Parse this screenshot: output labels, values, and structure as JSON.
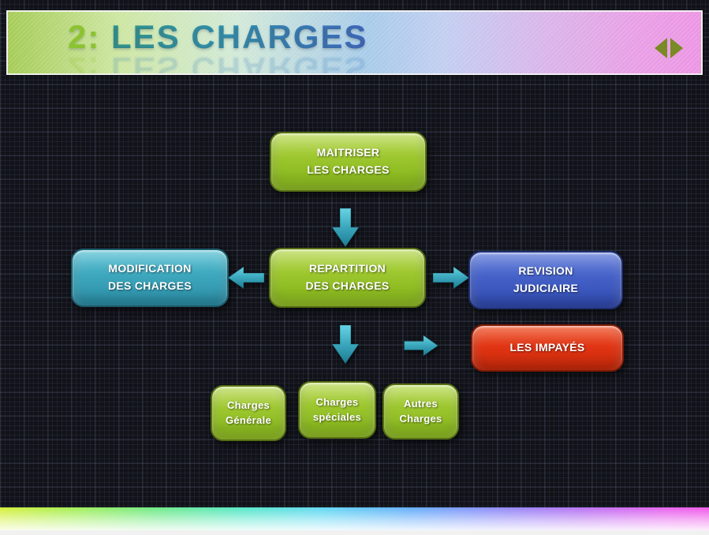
{
  "slide": {
    "title": {
      "number": "2:",
      "text": "LES CHARGES"
    }
  },
  "nav": {
    "icon": "prev-next-arrows"
  },
  "colors": {
    "background": "#13151c",
    "node_green": "#9ac32c",
    "node_teal": "#3da7bd",
    "node_blue": "#4461c8",
    "node_red": "#e03414",
    "arrow_teal": "#3aa6bc",
    "banner_left": "#a6cc58",
    "banner_middle": "#a8cbe9",
    "banner_right": "#ec96e4",
    "nav_icon_color": "#7a8a24"
  },
  "diagram": {
    "maitriser": {
      "line1": "MAITRISER",
      "line2": "LES CHARGES"
    },
    "modification": {
      "line1": "MODIFICATION",
      "line2": "DES CHARGES"
    },
    "repartition": {
      "line1": "REPARTITION",
      "line2": "DES CHARGES"
    },
    "revision": {
      "line1": "REVISION",
      "line2": "JUDICIAIRE"
    },
    "impayes": {
      "label": "LES IMPAYÉS"
    },
    "charges_generale": {
      "line1": "Charges",
      "line2": "Générale"
    },
    "charges_speciales": {
      "line1": "Charges",
      "line2": "spéciales"
    },
    "autres_charges": {
      "line1": "Autres",
      "line2": "Charges"
    }
  }
}
